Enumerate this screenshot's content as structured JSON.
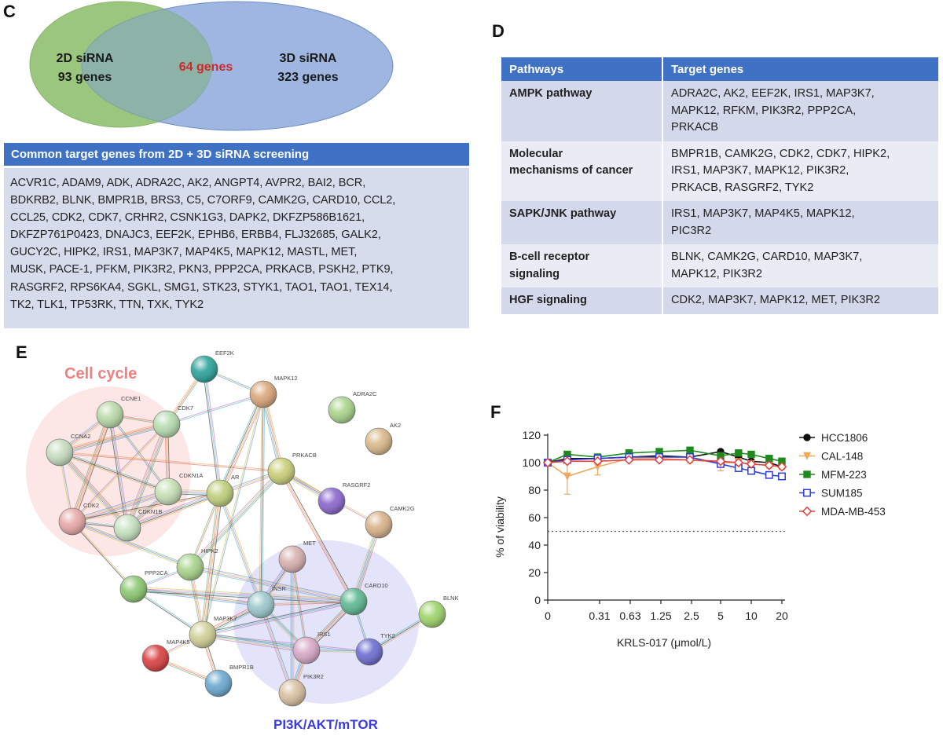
{
  "panels": {
    "C": "C",
    "D": "D",
    "E": "E",
    "F": "F"
  },
  "venn": {
    "left_name": "2D siRNA",
    "left_count": "93 genes",
    "right_name": "3D siRNA",
    "right_count": "323 genes",
    "overlap": "64 genes",
    "colors": {
      "left": "#9cc77e",
      "right": "#8aa7d8",
      "overlap_text": "#cc2a2a"
    }
  },
  "common_genes": {
    "title": "Common target genes from 2D + 3D siRNA screening",
    "lines": [
      "ACVR1C, ADAM9, ADK, ADRA2C, AK2, ANGPT4, AVPR2, BAI2, BCR,",
      "BDKRB2, BLNK, BMPR1B, BRS3, C5, C7ORF9, CAMK2G, CARD10, CCL2,",
      "CCL25, CDK2, CDK7, CRHR2, CSNK1G3, DAPK2, DKFZP586B1621,",
      "DKFZP761P0423, DNAJC3, EEF2K, EPHB6, ERBB4, FLJ32685, GALK2,",
      "GUCY2C, HIPK2, IRS1, MAP3K7, MAP4K5, MAPK12, MASTL, MET,",
      "MUSK, PACE-1, PFKM, PIK3R2, PKN3, PPP2CA, PRKACB, PSKH2, PTK9,",
      "RASGRF2, RPS6KA4, SGKL, SMG1, STK23, STYK1, TAO1, TAO1, TEX14,",
      "TK2, TLK1, TP53RK, TTN, TXK, TYK2"
    ]
  },
  "pathway_table": {
    "headers": [
      "Pathways",
      "Target genes"
    ],
    "rows": [
      {
        "pathway": [
          "AMPK pathway"
        ],
        "genes": [
          "ADRA2C, AK2, EEF2K, IRS1, MAP3K7,",
          "MAPK12, RFKM, PIK3R2, PPP2CA,",
          "PRKACB"
        ]
      },
      {
        "pathway": [
          "Molecular",
          "mechanisms of cancer"
        ],
        "genes": [
          "BMPR1B, CAMK2G, CDK2, CDK7, HIPK2,",
          "IRS1, MAP3K7, MAPK12, PIK3R2,",
          "PRKACB, RASGRF2, TYK2"
        ]
      },
      {
        "pathway": [
          "SAPK/JNK pathway"
        ],
        "genes": [
          "IRS1, MAP3K7, MAP4K5, MAPK12,",
          "PIC3R2"
        ]
      },
      {
        "pathway": [
          "B-cell receptor",
          "signaling"
        ],
        "genes": [
          "BLNK, CAMK2G, CARD10, MAP3K7,",
          "MAPK12, PIK3R2"
        ]
      },
      {
        "pathway": [
          "HGF signaling"
        ],
        "genes": [
          "CDK2, MAP3K7, MAPK12, MET, PIK3R2"
        ]
      }
    ]
  },
  "network": {
    "cluster_labels": {
      "cell_cycle": "Cell cycle",
      "pi3k": "PI3K/AKT/mTOR"
    },
    "cluster_colors": {
      "cell_cycle": "#f08080",
      "pi3k": "#3a3ae0"
    },
    "nodes": [
      {
        "id": "EEF2K",
        "label": "EEF2K",
        "color": "#2aa39a"
      },
      {
        "id": "MAPK12",
        "label": "MAPK12",
        "color": "#d9a77a"
      },
      {
        "id": "ADRA2C",
        "label": "ADRA2C",
        "color": "#a8d48a"
      },
      {
        "id": "AK2",
        "label": "AK2",
        "color": "#d9b98a"
      },
      {
        "id": "CCNE1",
        "label": "CCNE1",
        "color": "#b9d9a8"
      },
      {
        "id": "CDK7",
        "label": "CDK7",
        "color": "#b6dcb0"
      },
      {
        "id": "CCNA2",
        "label": "CCNA2",
        "color": "#c7dcc0"
      },
      {
        "id": "PRKACB",
        "label": "PRKACB",
        "color": "#c9cf78"
      },
      {
        "id": "CDKN1A",
        "label": "CDKN1A",
        "color": "#c6e0b5"
      },
      {
        "id": "AR",
        "label": "AR",
        "color": "#bfcf7a"
      },
      {
        "id": "RASGRF2",
        "label": "RASGRF2",
        "color": "#8a66cc"
      },
      {
        "id": "CDK2",
        "label": "CDK2",
        "color": "#e8a8a8"
      },
      {
        "id": "CDKN1B",
        "label": "CDKN1B",
        "color": "#c8e2c0"
      },
      {
        "id": "CAMK2G",
        "label": "CAMK2G",
        "color": "#d9b28a"
      },
      {
        "id": "HIPK2",
        "label": "HIPK2",
        "color": "#a8d48a"
      },
      {
        "id": "MET",
        "label": "MET",
        "color": "#d9b0b0"
      },
      {
        "id": "PPP2CA",
        "label": "PPP2CA",
        "color": "#8cc870"
      },
      {
        "id": "INSR",
        "label": "INSR",
        "color": "#9ac8cc"
      },
      {
        "id": "CARD10",
        "label": "CARD10",
        "color": "#5cb890"
      },
      {
        "id": "BLNK",
        "label": "BLNK",
        "color": "#9ed46a"
      },
      {
        "id": "MAP3K7",
        "label": "MAP3K7",
        "color": "#d0d098"
      },
      {
        "id": "IRS1",
        "label": "IRS1",
        "color": "#d8a8c8"
      },
      {
        "id": "TYK2",
        "label": "TYK2",
        "color": "#6c6cd0"
      },
      {
        "id": "MAP4K5",
        "label": "MAP4K5",
        "color": "#d84040"
      },
      {
        "id": "BMPR1B",
        "label": "BMPR1B",
        "color": "#6aa8d0"
      },
      {
        "id": "PIK3R2",
        "label": "PIK3R2",
        "color": "#d8c0a0"
      }
    ],
    "edges": [
      [
        "CCNE1",
        "CDK7"
      ],
      [
        "CCNE1",
        "CCNA2"
      ],
      [
        "CCNE1",
        "CDK2"
      ],
      [
        "CCNE1",
        "CDKN1A"
      ],
      [
        "CCNE1",
        "CDKN1B"
      ],
      [
        "CCNA2",
        "CDK7"
      ],
      [
        "CCNA2",
        "CDK2"
      ],
      [
        "CCNA2",
        "CDKN1A"
      ],
      [
        "CCNA2",
        "CDKN1B"
      ],
      [
        "CDK7",
        "CDK2"
      ],
      [
        "CDK7",
        "CDKN1A"
      ],
      [
        "CDK7",
        "CDKN1B"
      ],
      [
        "CDK7",
        "MAPK12"
      ],
      [
        "CDK7",
        "EEF2K"
      ],
      [
        "CDK2",
        "CDKN1A"
      ],
      [
        "CDK2",
        "CDKN1B"
      ],
      [
        "CDKN1A",
        "CDKN1B"
      ],
      [
        "CDKN1A",
        "AR"
      ],
      [
        "CDK2",
        "AR"
      ],
      [
        "CDK2",
        "HIPK2"
      ],
      [
        "CDKN1B",
        "AR"
      ],
      [
        "CCNA2",
        "PRKACB"
      ],
      [
        "AR",
        "PRKACB"
      ],
      [
        "AR",
        "MAPK12"
      ],
      [
        "AR",
        "HIPK2"
      ],
      [
        "AR",
        "INSR"
      ],
      [
        "AR",
        "MAP3K7"
      ],
      [
        "EEF2K",
        "MAPK12"
      ],
      [
        "EEF2K",
        "AR"
      ],
      [
        "MAPK12",
        "PRKACB"
      ],
      [
        "MAPK12",
        "MAP3K7"
      ],
      [
        "MAPK12",
        "INSR"
      ],
      [
        "PRKACB",
        "RASGRF2"
      ],
      [
        "PRKACB",
        "CAMK2G"
      ],
      [
        "PRKACB",
        "CARD10"
      ],
      [
        "PRKACB",
        "HIPK2"
      ],
      [
        "HIPK2",
        "PPP2CA"
      ],
      [
        "HIPK2",
        "MAP3K7"
      ],
      [
        "HIPK2",
        "CARD10"
      ],
      [
        "PPP2CA",
        "MAP3K7"
      ],
      [
        "PPP2CA",
        "INSR"
      ],
      [
        "PPP2CA",
        "CARD10"
      ],
      [
        "PPP2CA",
        "CDK2"
      ],
      [
        "INSR",
        "IRS1"
      ],
      [
        "INSR",
        "MET"
      ],
      [
        "INSR",
        "CARD10"
      ],
      [
        "INSR",
        "PIK3R2"
      ],
      [
        "INSR",
        "MAP3K7"
      ],
      [
        "MET",
        "IRS1"
      ],
      [
        "MET",
        "PIK3R2"
      ],
      [
        "CARD10",
        "IRS1"
      ],
      [
        "CARD10",
        "TYK2"
      ],
      [
        "CARD10",
        "MAP3K7"
      ],
      [
        "IRS1",
        "PIK3R2"
      ],
      [
        "IRS1",
        "TYK2"
      ],
      [
        "TYK2",
        "BLNK"
      ],
      [
        "CAMK2G",
        "CARD10"
      ],
      [
        "MAP3K7",
        "MAP4K5"
      ],
      [
        "MAP3K7",
        "BMPR1B"
      ],
      [
        "MAP3K7",
        "IRS1"
      ],
      [
        "MAP3K7",
        "TYK2"
      ],
      [
        "MAP4K5",
        "BMPR1B"
      ]
    ]
  },
  "chart_data": {
    "type": "scatter",
    "xlabel": "KRLS-017 (μmol/L)",
    "ylabel": "% of viability",
    "x_ticks": [
      "0",
      "0.31",
      "0.63",
      "1.25",
      "2.5",
      "5",
      "10",
      "20"
    ],
    "x_axis_scale": "log2 with 0 as separate origin tick",
    "ylim": [
      0,
      120
    ],
    "y_ticks": [
      0,
      20,
      40,
      60,
      80,
      100,
      120
    ],
    "reference_line": {
      "y": 50,
      "style": "dotted"
    },
    "legend_position": "right",
    "series": [
      {
        "name": "HCC1806",
        "color": "#111111",
        "marker": "circle-filled",
        "x": [
          0,
          0.156,
          0.31,
          0.63,
          1.25,
          2.5,
          5,
          7.5,
          10,
          15,
          20
        ],
        "y": [
          100,
          103,
          103,
          104,
          105,
          104,
          108,
          104,
          101,
          100,
          97
        ]
      },
      {
        "name": "CAL-148",
        "color": "#f0a860",
        "marker": "triangle-down",
        "x": [
          0,
          0.156,
          0.31,
          0.63,
          1.25,
          2.5,
          5,
          7.5,
          10,
          15,
          20
        ],
        "y": [
          100,
          90,
          97,
          103,
          103,
          102,
          100,
          100,
          99,
          98,
          97
        ],
        "err": [
          0,
          13,
          6,
          2,
          2,
          2,
          6,
          3,
          2,
          2,
          2
        ]
      },
      {
        "name": "MFM-223",
        "color": "#1e8a1e",
        "marker": "square-filled",
        "x": [
          0,
          0.156,
          0.31,
          0.63,
          1.25,
          2.5,
          5,
          7.5,
          10,
          15,
          20
        ],
        "y": [
          100,
          106,
          104,
          107,
          108,
          109,
          105,
          107,
          106,
          103,
          101
        ]
      },
      {
        "name": "SUM185",
        "color": "#2c3cd8",
        "marker": "square-open",
        "x": [
          0,
          0.156,
          0.31,
          0.63,
          1.25,
          2.5,
          5,
          7.5,
          10,
          15,
          20
        ],
        "y": [
          100,
          102,
          103,
          104,
          104,
          104,
          99,
          96,
          94,
          91,
          90
        ]
      },
      {
        "name": "MDA-MB-453",
        "color": "#e04040",
        "marker": "diamond-open",
        "x": [
          0,
          0.156,
          0.31,
          0.63,
          1.25,
          2.5,
          5,
          7.5,
          10,
          15,
          20
        ],
        "y": [
          100,
          101,
          101,
          102,
          102,
          102,
          101,
          100,
          99,
          98,
          97
        ]
      }
    ]
  }
}
